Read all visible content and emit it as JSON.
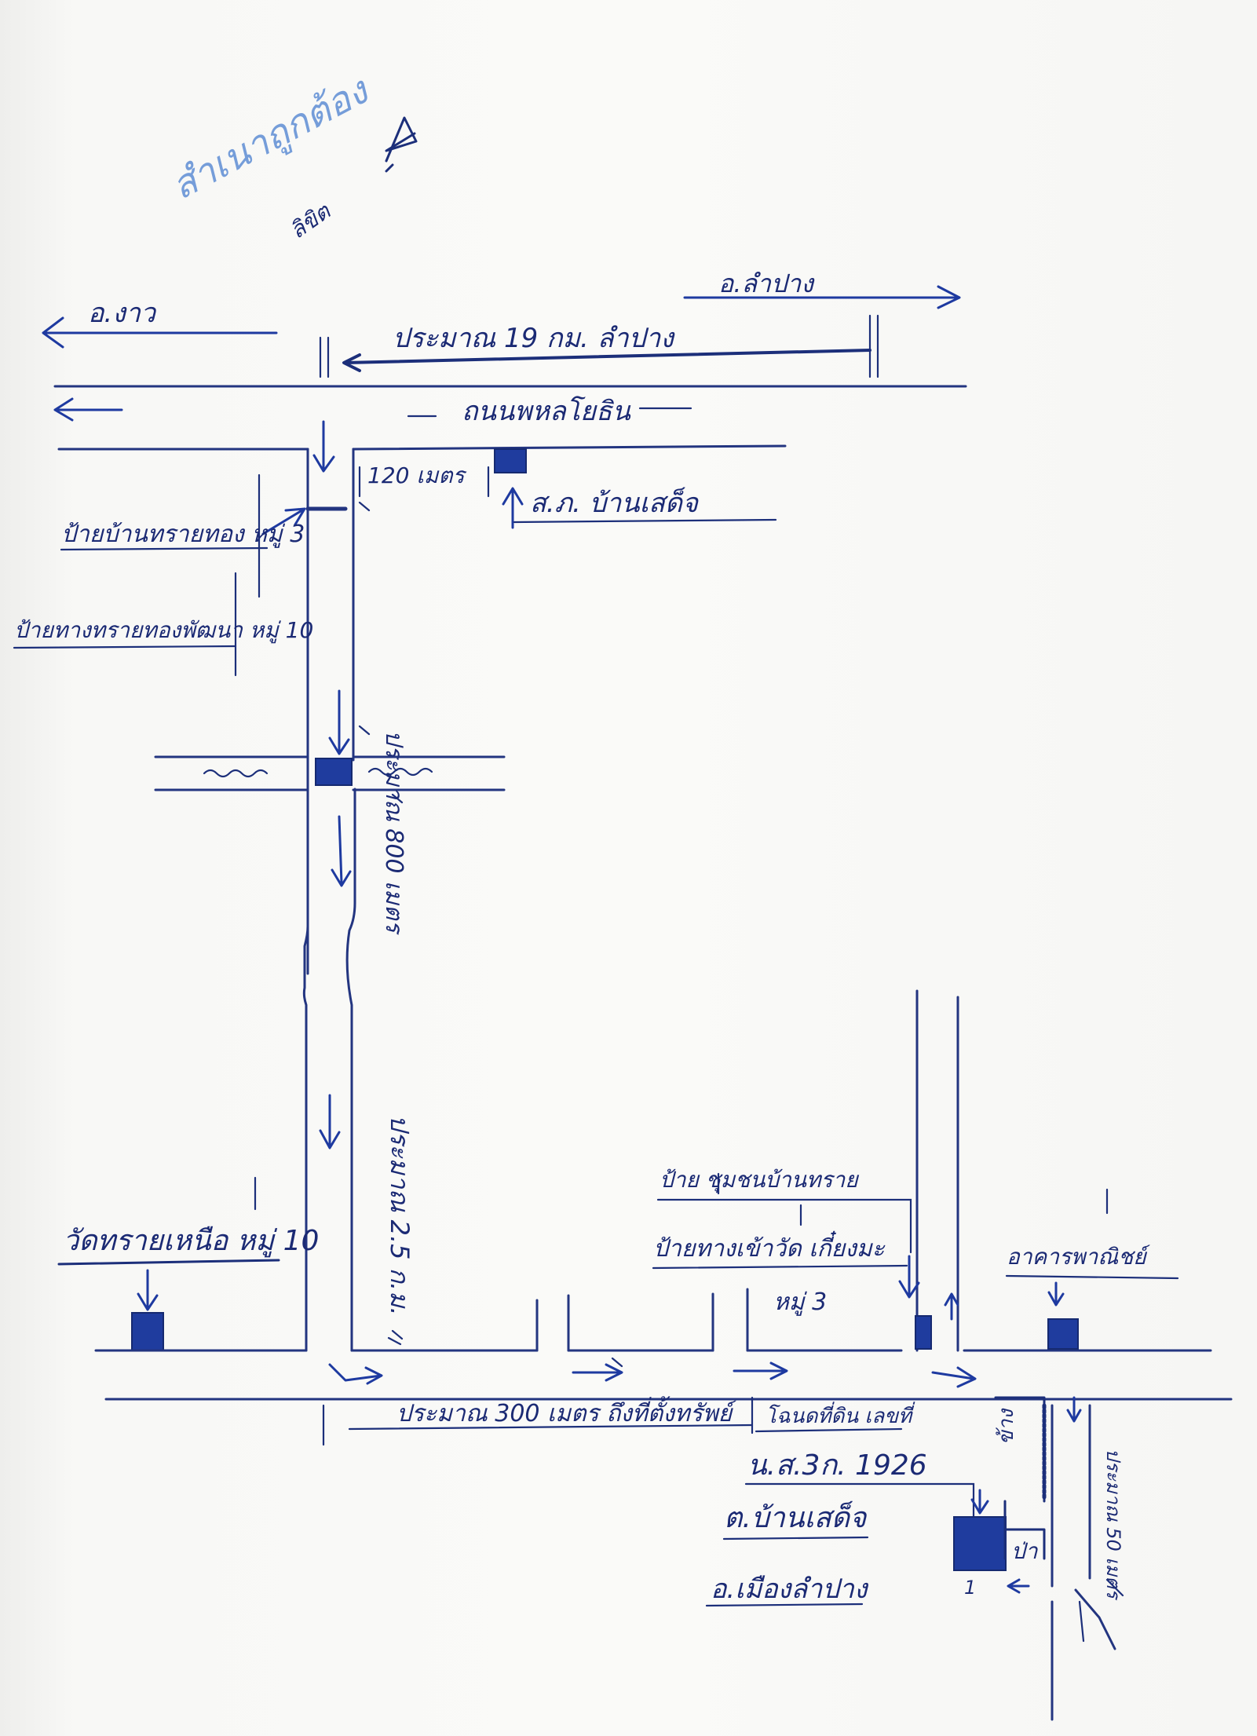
{
  "stamp": {
    "text": "สำเนาถูกต้อง",
    "note": "ลิขิต"
  },
  "roads": {
    "left_town": "อ.งาว",
    "right_town": "อ.ลำปาง",
    "distance_main": "ประมาณ 19 กม. ลำปาง",
    "highway": "ถนนพหลโยธิน",
    "distance_120": "120 เมตร",
    "distance_800": "ประมาณ 800 เมตร",
    "distance_25": "ประมาณ 2.5 ก.ม.",
    "distance_300": "ประมาณ 300 เมตร ถึงที่ตั้งทรัพย์",
    "distance_50": "ประมาณ 50 เมตร"
  },
  "places": {
    "school": "ส.ภ. บ้านเสด็จ",
    "sign_village_3": "ป้ายบ้านทรายทอง หมู่ 3",
    "sign_village_10": "ป้ายทางทรายทองพัฒนา หมู่ 10",
    "temple": "วัดทรายเหนือ หมู่ 10",
    "community_sign": "ป้าย ชุมชนบ้านทราย",
    "temple_road_sign": "ป้ายทางเข้าวัด เกี๋ยงมะ",
    "moo_3": "หมู่ 3",
    "building": "อาคารพาณิชย์",
    "property_title": "โฉนดที่ดิน เลขที่",
    "property_no": "น.ส.3ก. 1926",
    "subdistrict": "ต.บ้านเสด็จ",
    "district": "อ.เมืองลำปาง",
    "side_road": "ข้าง",
    "forest": "ป่า"
  }
}
